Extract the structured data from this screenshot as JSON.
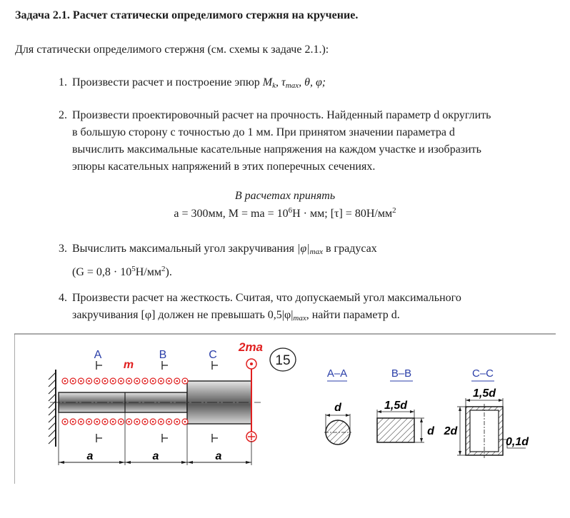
{
  "title": "Задача 2.1. Расчет статически определимого стержня на кручение.",
  "intro": "Для статически определимого стержня (см. схемы к задаче 2.1.):",
  "items": [
    {
      "num": "1.",
      "text_before": "Произвести расчет и построение эпюр ",
      "formula_mk_base": "M",
      "formula_mk_sub": "k",
      "sep1": ", ",
      "formula_tau_base": "τ",
      "formula_tau_sub": "max",
      "formula_rest": ", θ, φ;"
    },
    {
      "num": "2.",
      "lines": [
        "Произвести проектировочный расчет на прочность. Найденный параметр d округлить",
        "в большую сторону с точностью до 1 мм. При принятом значении параметра d",
        "вычислить максимальные касательные напряжения на каждом участке и изобразить",
        "эпюры касательных напряжений в этих поперечных сечениях."
      ]
    },
    {
      "num": "3.",
      "line1_before": "Вычислить максимальный угол закручивания ",
      "line1_formula": "|φ|",
      "line1_sub": "max",
      "line1_after": " в градусах",
      "line2_before": "(G = 0,8 · 10",
      "line2_sup": "5",
      "line2_mid": "Н/мм",
      "line2_sup2": "2",
      "line2_after": ")."
    },
    {
      "num": "4.",
      "line1": "Произвести расчет на жесткость. Считая, что допускаемый угол максимального",
      "line2_before": "закручивания [φ] должен не превышать 0,5|φ|",
      "line2_sub": "max",
      "line2_after": ", найти параметр d."
    }
  ],
  "given": {
    "heading": "В расчетах принять",
    "formula_before": "a = 300мм, M = ma = 10",
    "formula_sup": "6",
    "formula_mid": "Н · мм; [τ] = 80Н/мм",
    "formula_sup2": "2"
  },
  "figure": {
    "sections": [
      "A",
      "B",
      "C"
    ],
    "moment_label": "2ma",
    "distributed_label": "m",
    "scheme_number": "15",
    "span_labels": [
      "a",
      "a",
      "a"
    ],
    "section_titles": [
      "A–A",
      "B–B",
      "C–C"
    ],
    "dims": {
      "aa_d": "d",
      "bb_width": "1,5d",
      "bb_height": "d",
      "cc_width": "1,5d",
      "cc_height": "2d",
      "cc_wall": "0,1d"
    },
    "colors": {
      "accent": "#e02020",
      "line": "#1c1c1c",
      "section_label": "#2a3ea8"
    }
  }
}
